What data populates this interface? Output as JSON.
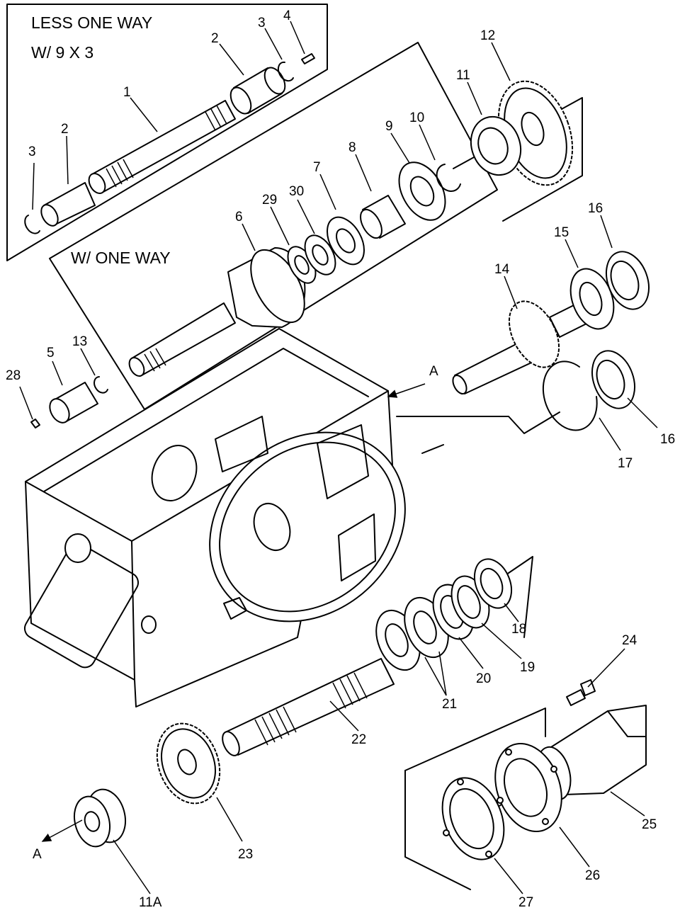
{
  "titles": {
    "less_one_way_line1": "LESS ONE WAY",
    "less_one_way_line2": "W/ 9 X 3",
    "with_one_way": "W/ ONE WAY"
  },
  "callouts": {
    "c1": "1",
    "c2a": "2",
    "c2b": "2",
    "c3a": "3",
    "c3b": "3",
    "c4": "4",
    "c5": "5",
    "c6": "6",
    "c7": "7",
    "c8": "8",
    "c9": "9",
    "c10": "10",
    "c11": "11",
    "c11a": "11A",
    "c12": "12",
    "c13": "13",
    "c14": "14",
    "c15": "15",
    "c16a": "16",
    "c16b": "16",
    "c17": "17",
    "c18": "18",
    "c19": "19",
    "c20": "20",
    "c21": "21",
    "c22": "22",
    "c23": "23",
    "c24": "24",
    "c25": "25",
    "c26": "26",
    "c27": "27",
    "c28": "28",
    "c29": "29",
    "c30": "30",
    "ref_a_top": "A",
    "ref_a_bottom": "A"
  }
}
